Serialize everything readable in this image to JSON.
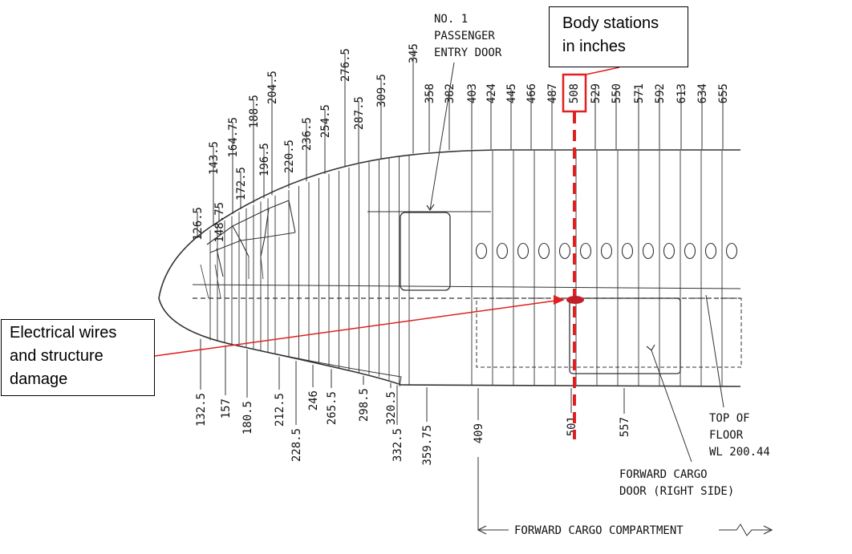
{
  "annotations": {
    "body_stations": [
      "Body stations",
      "in inches"
    ],
    "damage": [
      "Electrical wires",
      "and structure",
      "damage"
    ]
  },
  "labels": {
    "entry_door": [
      "NO. 1",
      "PASSENGER",
      "ENTRY DOOR"
    ],
    "top_of_floor": [
      "TOP OF",
      "FLOOR",
      "WL 200.44"
    ],
    "cargo_door": [
      "FORWARD CARGO",
      "DOOR (RIGHT SIDE)"
    ],
    "cargo_compartment": "FORWARD CARGO COMPARTMENT"
  },
  "top_stations": [
    "126.5",
    "143.5",
    "148.75",
    "164.75",
    "172.5",
    "188.5",
    "196.5",
    "204.5",
    "220.5",
    "236.5",
    "254.5",
    "276.5",
    "287.5",
    "309.5",
    "345",
    "358",
    "382",
    "403",
    "424",
    "445",
    "466",
    "487",
    "508",
    "529",
    "550",
    "571",
    "592",
    "613",
    "634",
    "655"
  ],
  "bottom_stations": [
    "132.5",
    "157",
    "180.5",
    "212.5",
    "228.5",
    "246",
    "265.5",
    "298.5",
    "320.5",
    "332.5",
    "359.75",
    "409",
    "501",
    "557"
  ],
  "highlight_station": "508",
  "colors": {
    "highlight": "#e02020",
    "line": "#333333"
  }
}
